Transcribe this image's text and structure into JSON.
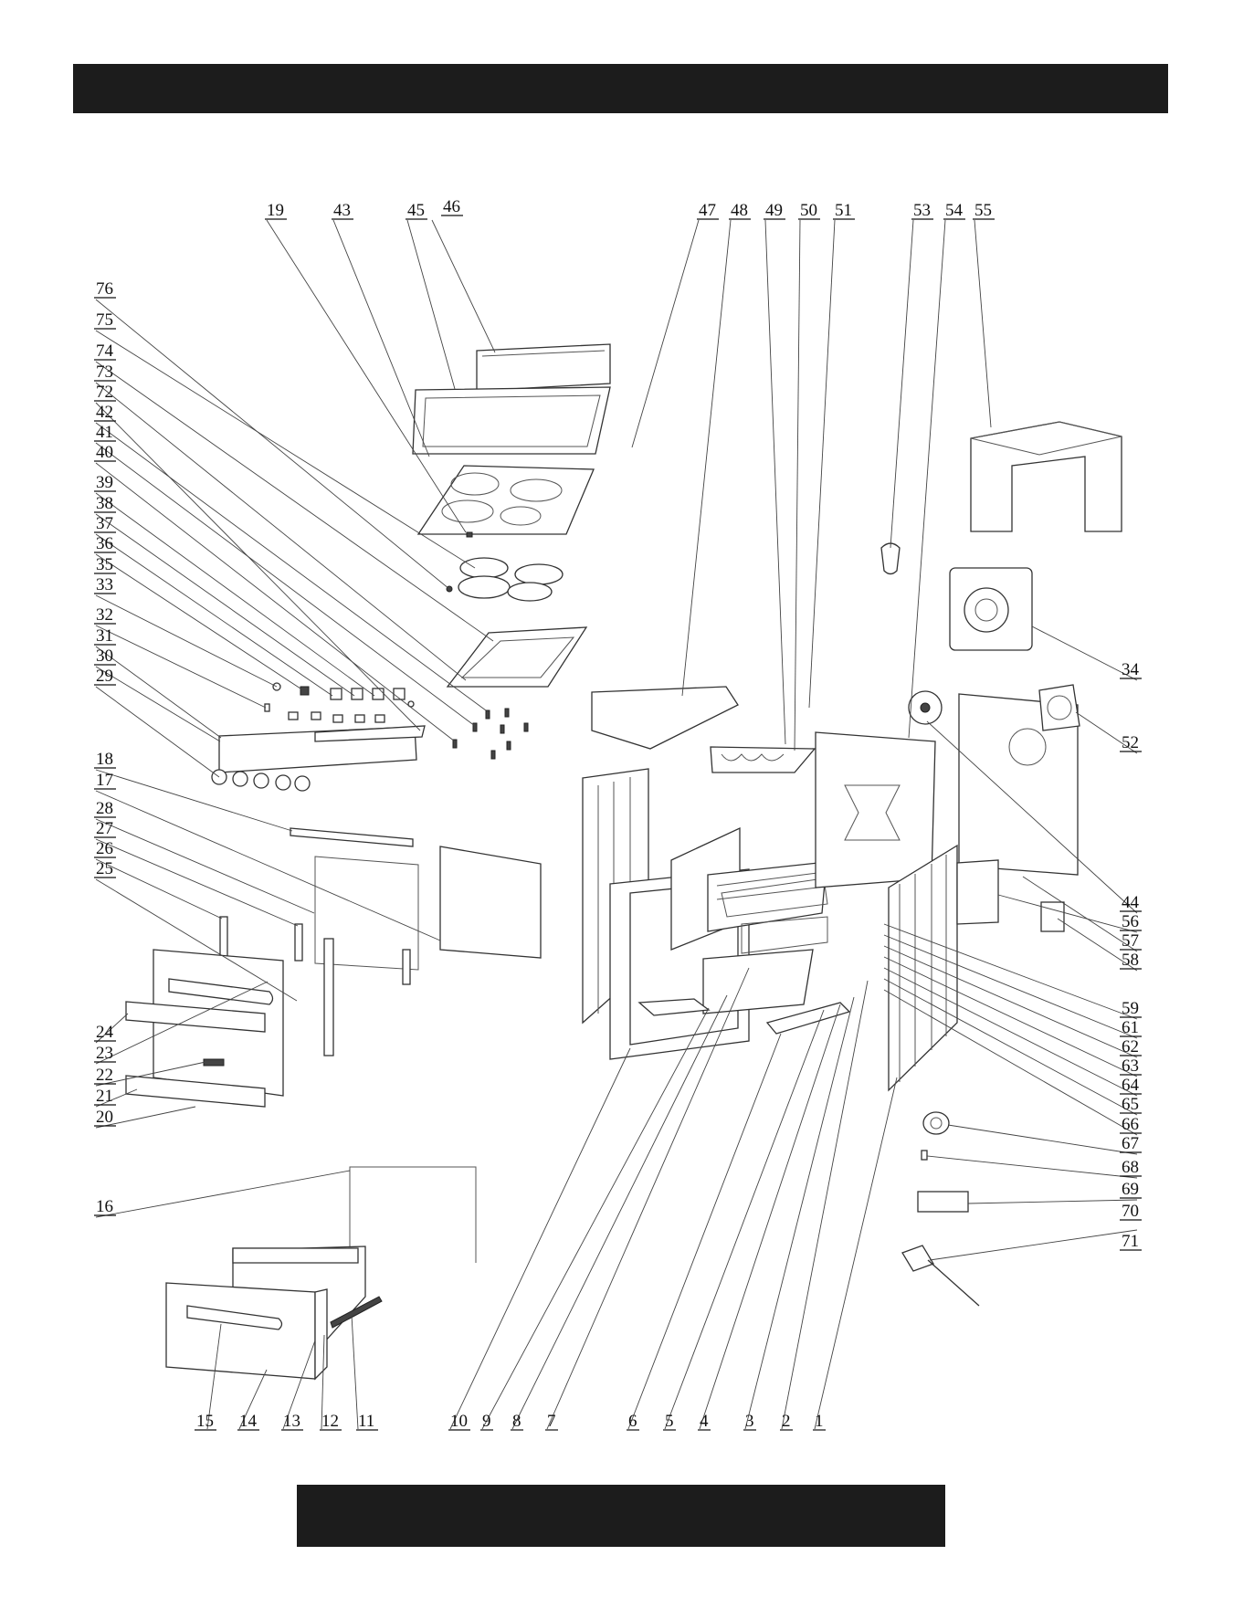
{
  "header": {
    "title": ""
  },
  "footer": {
    "text": ""
  },
  "diagram": {
    "type": "exploded-parts-view",
    "callouts": [
      {
        "id": "1"
      },
      {
        "id": "2"
      },
      {
        "id": "3"
      },
      {
        "id": "4"
      },
      {
        "id": "5"
      },
      {
        "id": "6"
      },
      {
        "id": "7"
      },
      {
        "id": "8"
      },
      {
        "id": "9"
      },
      {
        "id": "10"
      },
      {
        "id": "11"
      },
      {
        "id": "12"
      },
      {
        "id": "13"
      },
      {
        "id": "14"
      },
      {
        "id": "15"
      },
      {
        "id": "16"
      },
      {
        "id": "17"
      },
      {
        "id": "18"
      },
      {
        "id": "19"
      },
      {
        "id": "20"
      },
      {
        "id": "21"
      },
      {
        "id": "22"
      },
      {
        "id": "23"
      },
      {
        "id": "24"
      },
      {
        "id": "25"
      },
      {
        "id": "26"
      },
      {
        "id": "27"
      },
      {
        "id": "28"
      },
      {
        "id": "29"
      },
      {
        "id": "30"
      },
      {
        "id": "31"
      },
      {
        "id": "32"
      },
      {
        "id": "33"
      },
      {
        "id": "34"
      },
      {
        "id": "35"
      },
      {
        "id": "36"
      },
      {
        "id": "37"
      },
      {
        "id": "38"
      },
      {
        "id": "39"
      },
      {
        "id": "40"
      },
      {
        "id": "41"
      },
      {
        "id": "42"
      },
      {
        "id": "43"
      },
      {
        "id": "44"
      },
      {
        "id": "45"
      },
      {
        "id": "46"
      },
      {
        "id": "47"
      },
      {
        "id": "48"
      },
      {
        "id": "49"
      },
      {
        "id": "50"
      },
      {
        "id": "51"
      },
      {
        "id": "52"
      },
      {
        "id": "53"
      },
      {
        "id": "54"
      },
      {
        "id": "55"
      },
      {
        "id": "56"
      },
      {
        "id": "57"
      },
      {
        "id": "58"
      },
      {
        "id": "59"
      },
      {
        "id": "61"
      },
      {
        "id": "62"
      },
      {
        "id": "63"
      },
      {
        "id": "64"
      },
      {
        "id": "65"
      },
      {
        "id": "66"
      },
      {
        "id": "67"
      },
      {
        "id": "68"
      },
      {
        "id": "69"
      },
      {
        "id": "70"
      },
      {
        "id": "71"
      },
      {
        "id": "72"
      },
      {
        "id": "73"
      },
      {
        "id": "74"
      },
      {
        "id": "75"
      },
      {
        "id": "76"
      }
    ]
  }
}
